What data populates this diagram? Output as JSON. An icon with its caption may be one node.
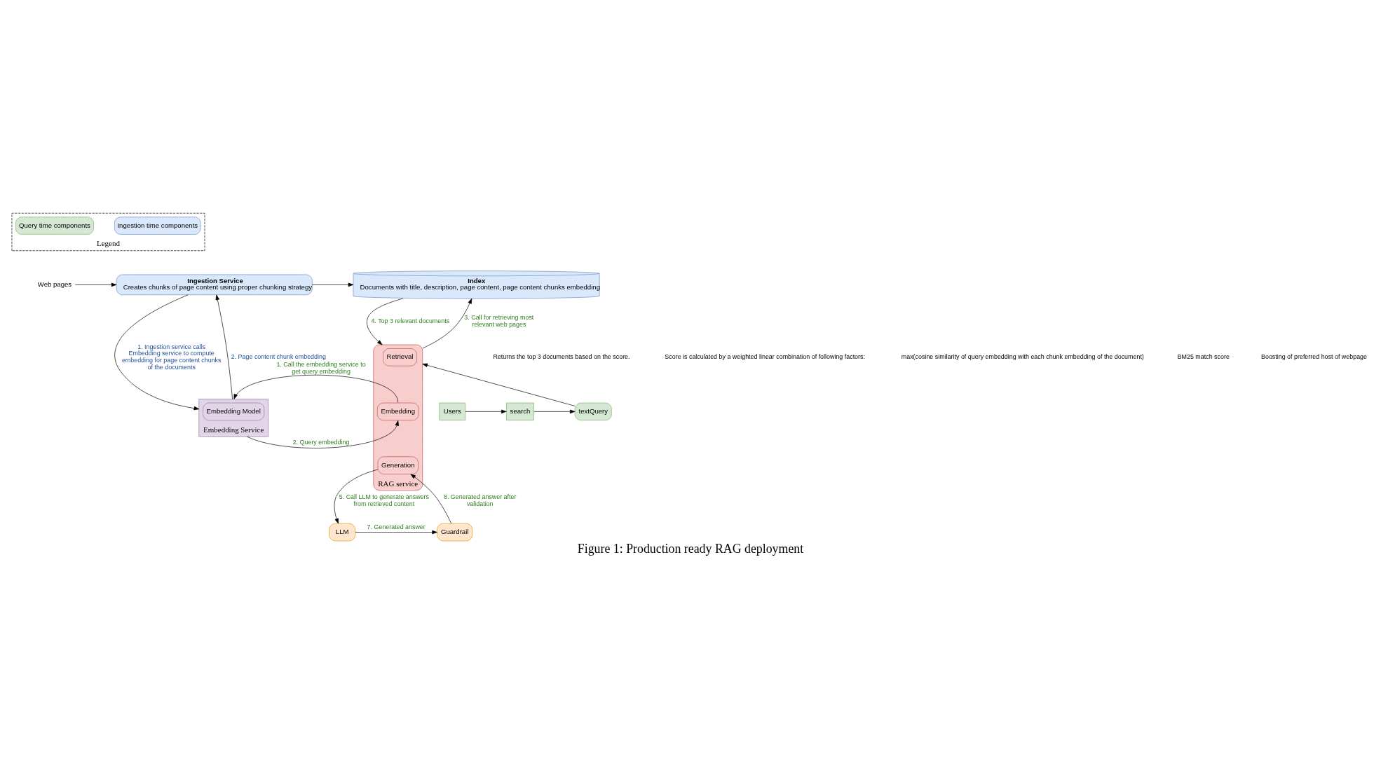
{
  "diagram": {
    "caption": "Figure 1: Production ready RAG deployment",
    "nodes": [
      {
        "text": [
          "Legend"
        ]
      },
      {
        "text": [
          "Ingestion time components"
        ],
        "in": 0
      },
      {
        "text": [
          "Query time components"
        ],
        "in": 0
      },
      {
        "text": [
          "Web pages"
        ]
      },
      {
        "text": [
          "Ingestion Service",
          "Creates chunks of page content using proper chunking strategy"
        ]
      },
      {
        "text": [
          "Index",
          "Documents with title, description, page content, page content chunks embedding"
        ]
      },
      {
        "text": [
          "RAG service"
        ]
      },
      {
        "text": [
          "Retrieval"
        ],
        "in": 6
      },
      {
        "text": [
          "Embedding"
        ],
        "in": 6
      },
      {
        "text": [
          "Generation"
        ],
        "in": 6
      },
      {
        "text": [
          "Users"
        ]
      },
      {
        "text": [
          "search"
        ]
      },
      {
        "text": [
          "textQuery"
        ]
      },
      {
        "text": [
          "Embedding Service"
        ]
      },
      {
        "text": [
          "Embedding Model"
        ],
        "in": 13
      },
      {
        "text": [
          "Guardrail"
        ]
      },
      {
        "text": [
          "LLM"
        ]
      }
    ],
    "edges": [
      {
        "from": 3,
        "to": 4,
        "arrow": "to"
      },
      {
        "from": 4,
        "to": 5,
        "arrow": "to"
      },
      {
        "from": 4,
        "to": 13,
        "arrow": "to",
        "label": "1. Ingestion service calls Embedding service to compute embedding for page content chunks of the documents"
      },
      {
        "from": 13,
        "to": 4,
        "arrow": "to",
        "label": "2. Page content chunk embedding"
      },
      {
        "from": 5,
        "to": 6,
        "arrow": "to",
        "label": "4. Top 3 relevant documents"
      },
      {
        "from": 6,
        "to": 5,
        "arrow": "to",
        "label": "3. Call for retrieving most relevant web pages"
      },
      {
        "from": 10,
        "to": 11,
        "arrow": "to"
      },
      {
        "from": 11,
        "to": 12,
        "arrow": "to"
      },
      {
        "from": 12,
        "to": 6,
        "arrow": "to"
      },
      {
        "from": 8,
        "to": 13,
        "arrow": "to",
        "label": "1. Call the embedding service to get query embedding"
      },
      {
        "from": 13,
        "to": 8,
        "arrow": "to",
        "label": "2. Query embedding"
      },
      {
        "from": 9,
        "to": 16,
        "arrow": "to",
        "label": "5. Call LLM to generate answers from retrieved content"
      },
      {
        "from": 16,
        "to": 15,
        "arrow": "to",
        "label": "7. Generated answer"
      },
      {
        "from": 15,
        "to": 9,
        "arrow": "to",
        "label": "8. Generated answer after validation"
      }
    ],
    "labels": [
      "Returns the top 3 documents based on the score.",
      "Score is calculated by a weighted linear combination of following factors:",
      "max(cosine similarity of query embedding with each chunk embedding of the document)",
      "BM25 match score",
      "Boosting of preferred host of webpage"
    ]
  }
}
